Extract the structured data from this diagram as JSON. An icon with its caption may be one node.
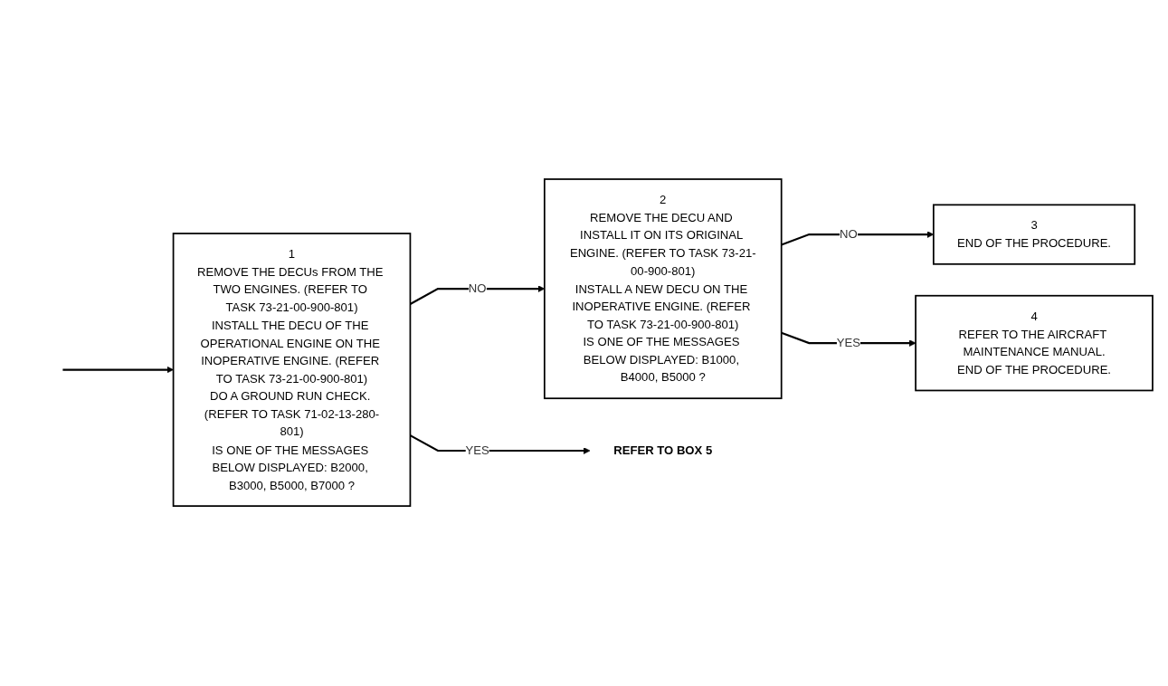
{
  "diagram": {
    "nodes": [
      {
        "text": [
          "1",
          "REMOVE THE DECUs FROM THE TWO ENGINES. (REFER TO TASK 73-21-00-900-801)",
          "INSTALL THE DECU OF THE OPERATIONAL ENGINE ON THE INOPERATIVE ENGINE. (REFER TO TASK 73-21-00-900-801)",
          "DO A GROUND RUN CHECK. (REFER TO TASK 71-02-13-280-801)",
          "IS ONE OF THE MESSAGES BELOW DISPLAYED: B2000, B3000, B5000, B7000 ?"
        ]
      },
      {
        "text": [
          "2",
          "REMOVE THE DECU AND INSTALL IT ON ITS ORIGINAL ENGINE. (REFER TO TASK 73-21-00-900-801)",
          "INSTALL A NEW DECU ON THE INOPERATIVE ENGINE. (REFER TO TASK 73-21-00-900-801)",
          "IS ONE OF THE MESSAGES BELOW DISPLAYED: B1000, B4000, B5000 ?"
        ]
      },
      {
        "text": [
          "3",
          "END OF THE PROCEDURE."
        ]
      },
      {
        "text": [
          "4",
          "REFER TO THE AIRCRAFT MAINTENANCE MANUAL.",
          "END OF THE PROCEDURE."
        ]
      },
      {
        "text": [
          "REFER TO BOX 5"
        ]
      }
    ],
    "edges": [
      {
        "from": null,
        "to": 0,
        "arrow": "to"
      },
      {
        "from": 0,
        "to": 1,
        "arrow": "to",
        "label": "NO"
      },
      {
        "from": 1,
        "to": 2,
        "arrow": "to",
        "label": "NO"
      },
      {
        "from": 1,
        "to": 3,
        "arrow": "to",
        "label": "YES"
      },
      {
        "from": 0,
        "to": 4,
        "arrow": "to",
        "label": "YES"
      }
    ]
  }
}
